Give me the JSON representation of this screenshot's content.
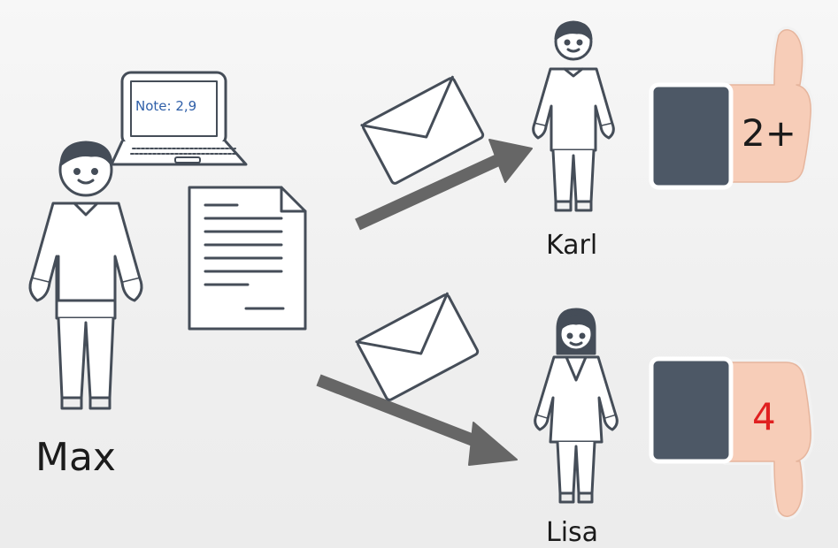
{
  "people": {
    "sender": "Max",
    "recipient_top": "Karl",
    "recipient_bottom": "Lisa"
  },
  "laptop": {
    "screen_text": "Note: 2,9"
  },
  "grades": {
    "karl": "2+",
    "lisa": "4"
  },
  "colors": {
    "outline": "#454d58",
    "arrow": "#666666",
    "sleeve": "#4d5866",
    "skin": "#f7cdb8",
    "grade_bad": "#e02020",
    "laptop_text": "#2f5fa8"
  },
  "icons": [
    "person-icon",
    "laptop-icon",
    "document-icon",
    "envelope-icon",
    "arrow-icon",
    "thumbs-up-icon",
    "thumbs-down-icon"
  ]
}
